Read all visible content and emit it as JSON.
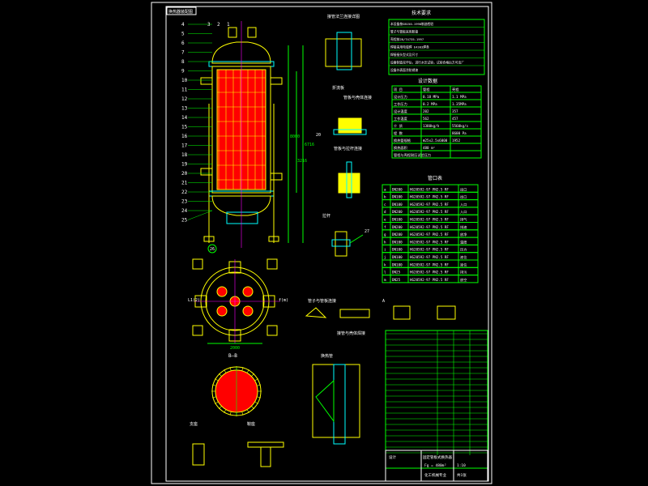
{
  "colors": {
    "background": "#000000",
    "frame": "#ffffff",
    "line_green": "#00ff00",
    "line_yellow": "#ffff00",
    "line_cyan": "#00ffff",
    "line_magenta": "#ff00ff",
    "fill_red": "#ff0000",
    "text_white": "#ffffff"
  },
  "title_stamp": "换热器装配图",
  "main_view": {
    "part_numbers_left": [
      "4",
      "5",
      "6",
      "7",
      "8",
      "9",
      "10",
      "11",
      "12",
      "13",
      "14",
      "15",
      "16",
      "17",
      "18",
      "19",
      "20",
      "21",
      "22",
      "23",
      "24",
      "25"
    ],
    "part_numbers_top": [
      "3",
      "2",
      "1"
    ],
    "part_number_bottom": "26",
    "dims": [
      "8000",
      "3216",
      "6716"
    ]
  },
  "section_view": {
    "label_left": "L1(2)",
    "label_right": "f(m)",
    "dim": "2000"
  },
  "circle_section": {
    "label": "B—B"
  },
  "detail_labels": {
    "d1": "接管法兰连接详图",
    "d2": "折流板",
    "d3": "管板与壳体连接",
    "d4": "管板与拉杆连接",
    "d5": "拉杆",
    "d6": "27",
    "d7": "管子与管板连接",
    "d8": "A",
    "d9": "支座",
    "d10": "接管与壳体焊接",
    "d11": "换热管",
    "d12": "鞍座"
  },
  "tech_req": {
    "title": "技术要求",
    "rows": [
      "本设备按GB150-1998制造检验",
      "管子与管板采用胀接",
      "壳程按JB/T4735-1997",
      "焊接采用电弧焊 E4303焊条",
      "焊接接头型式及尺寸",
      "设备制造完毕后，进行水压试验，试验合格后方可出厂",
      "设备外表面涂防锈漆"
    ]
  },
  "design_data": {
    "title": "设计数据",
    "headers": [
      "项 目",
      "管程",
      "壳程"
    ],
    "rows": [
      [
        "设计压力",
        "0.18 MPa",
        "1.1 MPa"
      ],
      [
        "工作压力",
        "0.2 MPa",
        "1.35MPa"
      ],
      [
        "设计温度",
        "202",
        "357"
      ],
      [
        "工作温度",
        "562",
        "457"
      ],
      [
        "介 质",
        "1380kg/h",
        "5560kg/s"
      ],
      [
        "程 数",
        "",
        "8600 Pa"
      ],
      [
        "换热管规格",
        "Φ25x2.5x6000",
        "1952"
      ],
      [
        "换热面积",
        "480 m²",
        ""
      ],
      [
        "管程与壳程耐压试验压力",
        "",
        ""
      ]
    ]
  },
  "nozzle_table": {
    "title": "管口表",
    "rows": [
      [
        "a",
        "DN200",
        "HG20592-97 PN2.5 RF",
        "出口"
      ],
      [
        "b",
        "DN100",
        "HG20592-97 PN2.5 RF",
        "出口"
      ],
      [
        "c",
        "DN100",
        "HG20592-97 PN2.5 RF",
        "入口"
      ],
      [
        "d",
        "DN200",
        "HG20592-97 PN2.5 RF",
        "入口"
      ],
      [
        "e",
        "DN100",
        "HG20592-97 PN2.5 RF",
        "排气"
      ],
      [
        "f",
        "DN200",
        "HG20592-97 PN2.5 RF",
        "排液"
      ],
      [
        "g",
        "DN200",
        "HG20592-97 PN2.5 RF",
        "放净"
      ],
      [
        "h",
        "DN100",
        "HG20592-97 PN2.5 RF",
        "温度"
      ],
      [
        "i",
        "DN100",
        "HG20592-97 PN2.5 RF",
        "压力"
      ],
      [
        "j",
        "DN100",
        "HG20592-97 PN2.5 RF",
        "液位"
      ],
      [
        "k",
        "DN100",
        "HG20592-97 PN2.5 RF",
        "液位"
      ],
      [
        "l",
        "DN25",
        "HG20592-97 PN2.5 RF",
        "排污"
      ],
      [
        "m",
        "DN25",
        "HG20592-97 PN2.5 RF",
        "放空"
      ]
    ]
  },
  "title_block": {
    "drawing_name": "固定管板式换热器",
    "spec": "Fg = 480m²",
    "scale": "1:10",
    "school": "化工机械专业",
    "sheet": "共1张",
    "designer": "设计"
  }
}
